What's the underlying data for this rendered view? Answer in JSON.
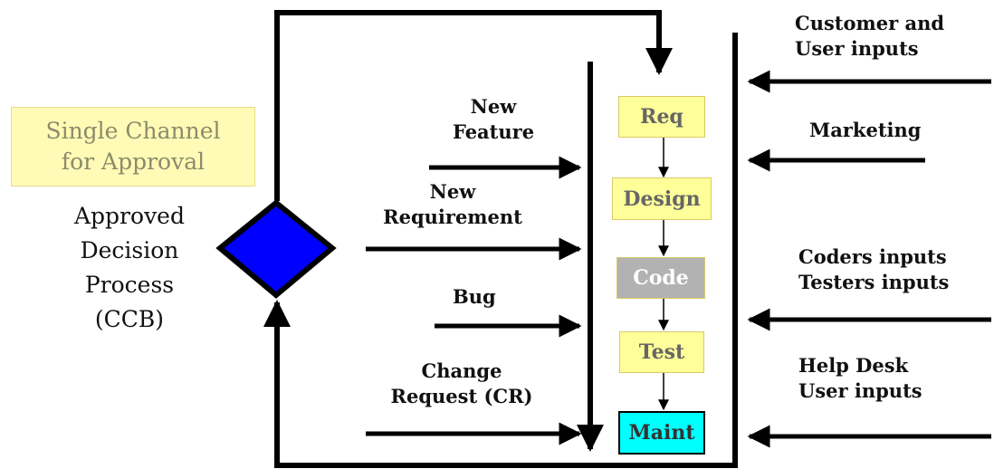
{
  "callout": {
    "line1": "Single Channel",
    "line2": "for Approval"
  },
  "decision": {
    "line1": "Approved",
    "line2": "Decision",
    "line3": "Process",
    "line4": "(CCB)"
  },
  "left_inputs": {
    "new_feature": [
      "New",
      "Feature"
    ],
    "new_requirement": [
      "New",
      "Requirement"
    ],
    "bug": [
      "Bug"
    ],
    "change_request": [
      "Change",
      "Request (CR)"
    ]
  },
  "stages": [
    {
      "label": "Req",
      "fill": "#ffff99",
      "text": "#666666"
    },
    {
      "label": "Design",
      "fill": "#ffff99",
      "text": "#666666"
    },
    {
      "label": "Code",
      "fill": "#b2b2b2",
      "text": "#ffffff"
    },
    {
      "label": "Test",
      "fill": "#ffff99",
      "text": "#666666"
    },
    {
      "label": "Maint",
      "fill": "#00ffff",
      "text": "#333333"
    }
  ],
  "right_inputs": {
    "customer": [
      "Customer and",
      "User inputs"
    ],
    "marketing": [
      "Marketing"
    ],
    "coders": [
      "Coders inputs",
      "Testers inputs"
    ],
    "helpdesk": [
      "Help Desk",
      "User inputs"
    ]
  },
  "colors": {
    "diamond": "#0000ff",
    "stroke": "#000000"
  }
}
